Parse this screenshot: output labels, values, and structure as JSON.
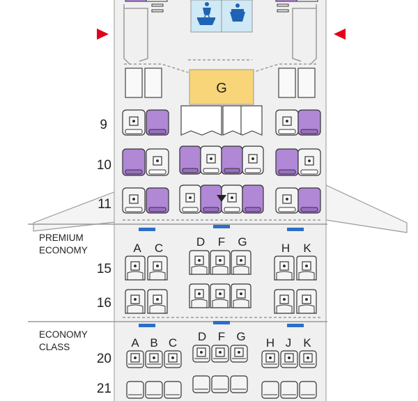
{
  "galley": {
    "label": "G"
  },
  "cabins": [
    {
      "name_lines": [
        "PREMIUM",
        "ECONOMY"
      ],
      "columns": [
        "A",
        "C",
        "D",
        "F",
        "G",
        "H",
        "K"
      ]
    },
    {
      "name_lines": [
        "ECONOMY",
        "CLASS"
      ],
      "columns": [
        "A",
        "B",
        "C",
        "D",
        "F",
        "G",
        "H",
        "J",
        "K"
      ]
    }
  ],
  "rows": {
    "business": [
      "9",
      "10",
      "11"
    ],
    "premium": [
      "15",
      "16"
    ],
    "economy": [
      "20",
      "21"
    ]
  },
  "colors": {
    "fuselage_fill": "#f0f0f0",
    "fuselage_stroke": "#999999",
    "business_purple": "#b088d6",
    "business_purple_dark": "#9a6fc4",
    "galley_yellow": "#f9d57a",
    "lavatory_blue": "#cfe9f6",
    "lavatory_icon": "#1f63b5",
    "exit_red": "#e3001b",
    "bassinet_blue": "#2a6fc9",
    "seat_fill": "#f4f4f4",
    "seat_stroke": "#333333"
  },
  "icons": {
    "exit": "triangle-red",
    "lavatory": "lavatory-baby-change-icon",
    "bassinet": "bar-blue",
    "seat_marker": "square-dot"
  }
}
